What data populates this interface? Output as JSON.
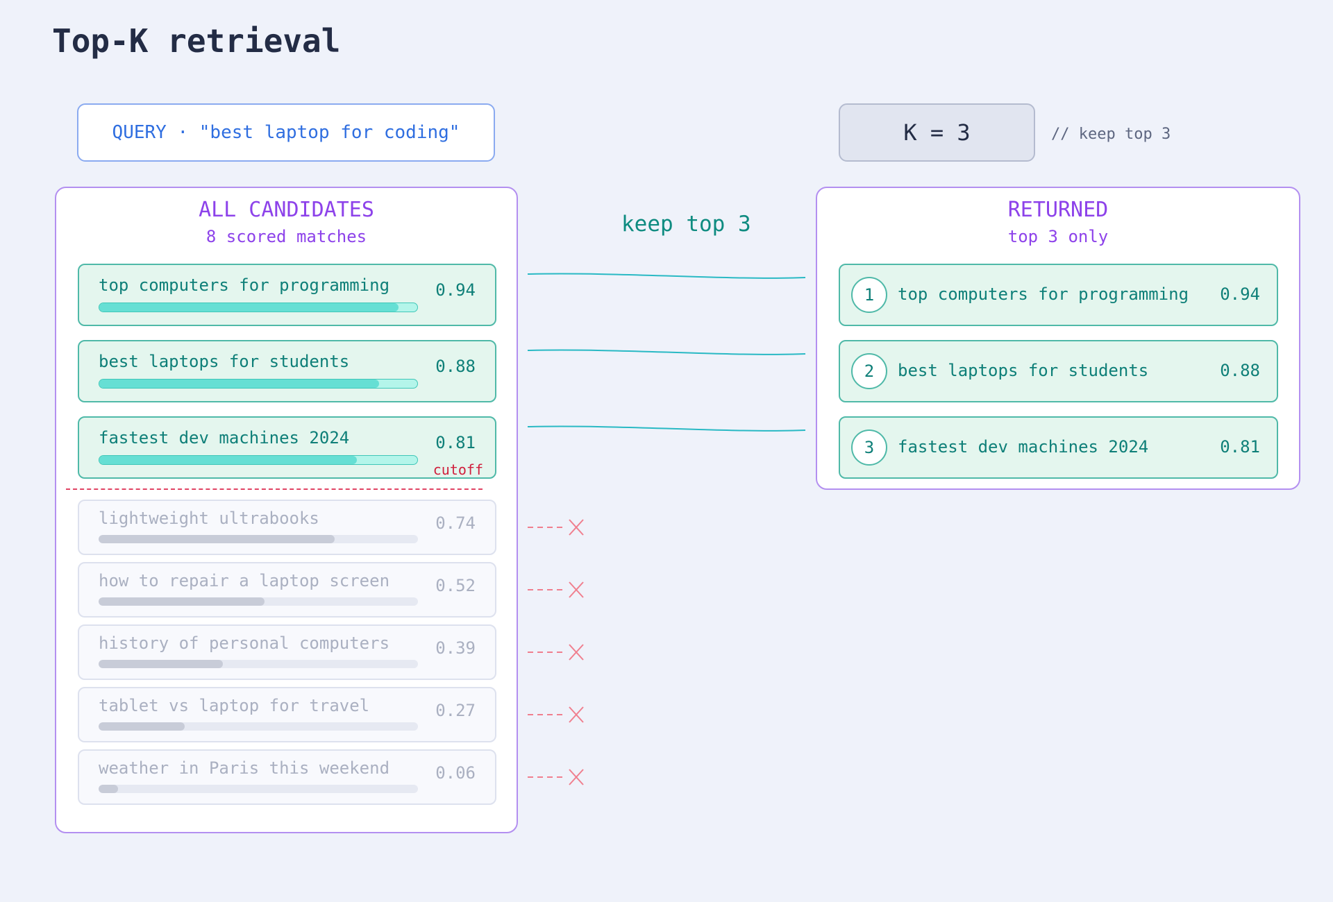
{
  "title": "Top-K retrieval",
  "query_box": "QUERY · \"best laptop for coding\"",
  "k_box": "K = 3",
  "k_comment": "// keep top 3",
  "candidates_panel": {
    "title": "ALL CANDIDATES",
    "subtitle": "8 scored matches",
    "items": [
      {
        "text": "top computers for programming",
        "score": "0.94",
        "value": 0.94,
        "kept": true
      },
      {
        "text": "best laptops for students",
        "score": "0.88",
        "value": 0.88,
        "kept": true
      },
      {
        "text": "fastest dev machines 2024",
        "score": "0.81",
        "value": 0.81,
        "kept": true
      },
      {
        "text": "lightweight ultrabooks",
        "score": "0.74",
        "value": 0.74,
        "kept": false
      },
      {
        "text": "how to repair a laptop screen",
        "score": "0.52",
        "value": 0.52,
        "kept": false
      },
      {
        "text": "history of personal computers",
        "score": "0.39",
        "value": 0.39,
        "kept": false
      },
      {
        "text": "tablet vs laptop for travel",
        "score": "0.27",
        "value": 0.27,
        "kept": false
      },
      {
        "text": "weather in Paris this weekend",
        "score": "0.06",
        "value": 0.06,
        "kept": false
      }
    ],
    "cutoff_label": "cutoff"
  },
  "connector_label": "keep top 3",
  "returned_panel": {
    "title": "RETURNED",
    "subtitle": "top 3 only",
    "items": [
      {
        "rank": "1",
        "text": "top computers for programming",
        "score": "0.94"
      },
      {
        "rank": "2",
        "text": "best laptops for students",
        "score": "0.88"
      },
      {
        "rank": "3",
        "text": "fastest dev machines 2024",
        "score": "0.81"
      }
    ]
  },
  "colors": {
    "kept": "#4fb9a8",
    "dropped": "#dde1ee",
    "accent_purple": "#8d42ea",
    "query_blue": "#2f6ee0",
    "cutoff_red": "#d01f3c"
  }
}
